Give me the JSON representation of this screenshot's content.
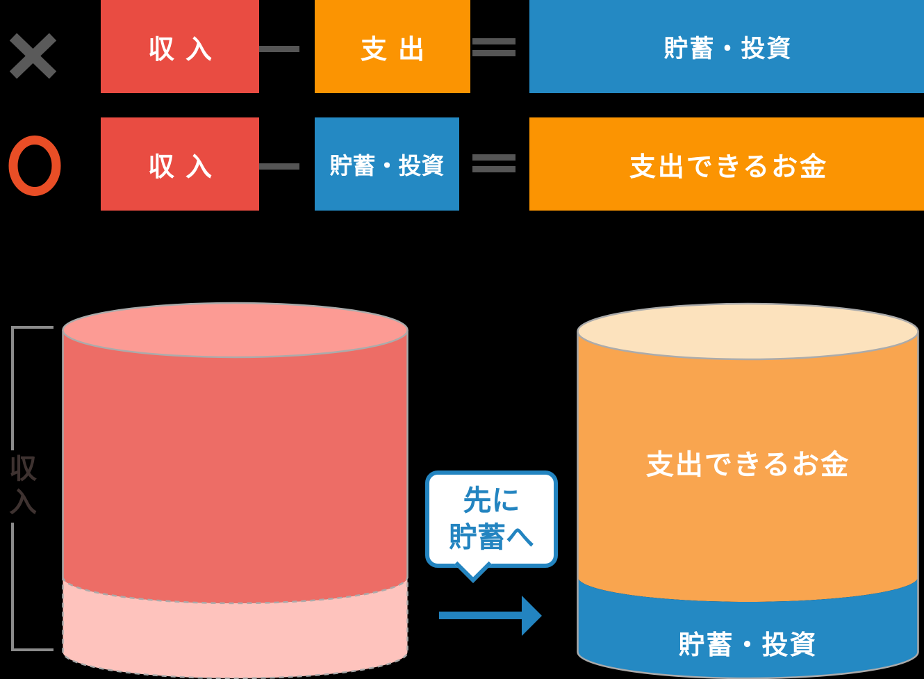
{
  "colors": {
    "background": "#000000",
    "red": "#E94C42",
    "orange": "#FB9402",
    "blue": "#2489C3",
    "cross_gray": "#5A5A5A",
    "operator_gray": "#555555",
    "circle_red": "#E94E26",
    "bracket_gray": "#8B8B8B",
    "ink": "#3E3230",
    "left_cylinder_top": "#FC9B94",
    "left_cylinder_body": "#ED6D66",
    "left_cylinder_reserve": "#FEC3BD",
    "right_cylinder_top": "#FCE2BD",
    "right_cylinder_body": "#F9A54F",
    "right_cylinder_band": "#2489C3",
    "cylinder_stroke": "#ABABAB",
    "callout_blue": "#2384C0",
    "label_white": "#FFFFFF"
  },
  "equation_rows": [
    {
      "verdict_icon": "cross-icon",
      "minuend": "収入",
      "operator_icon": "minus-icon",
      "subtrahend": "支出",
      "equals_icon": "equals-icon",
      "result": "貯蓄・投資"
    },
    {
      "verdict_icon": "circle-icon",
      "minuend": "収入",
      "operator_icon": "minus-icon",
      "subtrahend": "貯蓄・投資",
      "equals_icon": "equals-icon",
      "result": "支出できるお金"
    }
  ],
  "diagram": {
    "income_bracket_label": "収入",
    "callout": {
      "line1": "先に",
      "line2": "貯蓄へ"
    },
    "arrow_icon": "right-arrow-icon",
    "right_cylinder": {
      "body_label": "支出できるお金",
      "band_label": "貯蓄・投資"
    }
  }
}
